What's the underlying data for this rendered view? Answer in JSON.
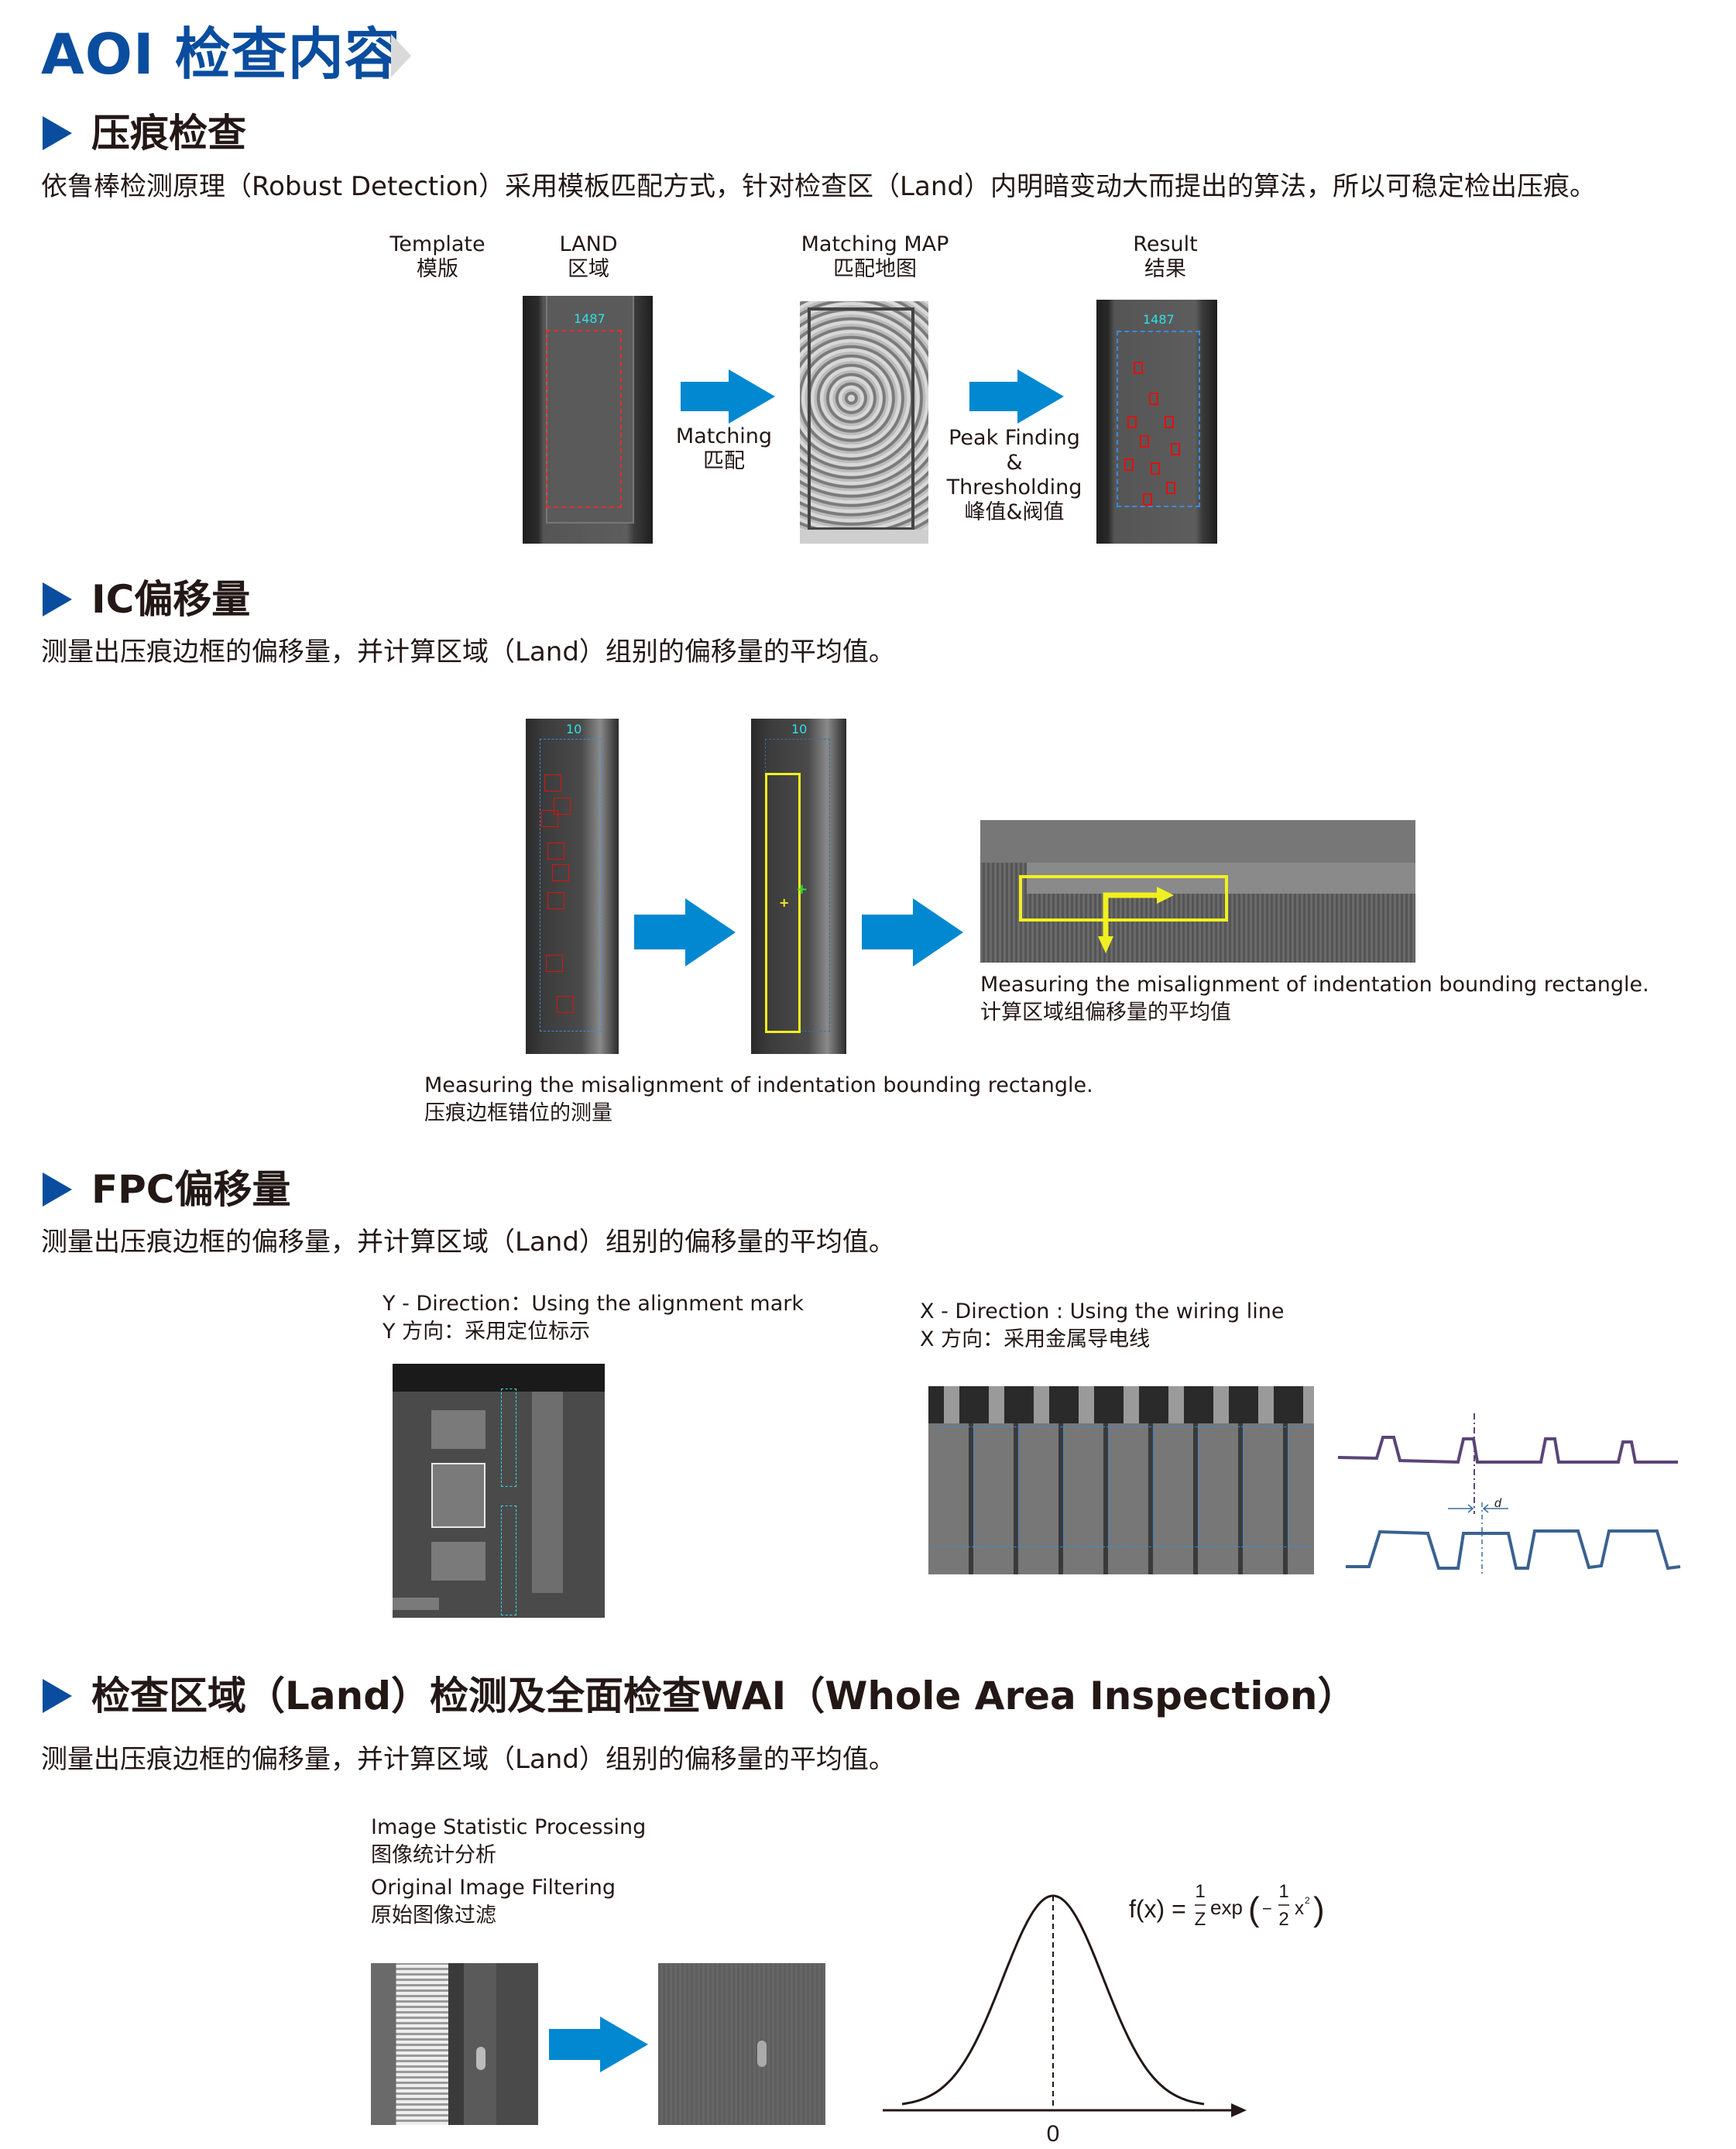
{
  "page": {
    "title": "AOI 检查内容",
    "accent_color": "#0a4d9e",
    "arrow_color": "#0288d1"
  },
  "sections": [
    {
      "heading": "压痕检查",
      "description": "依鲁棒检测原理（Robust Detection）采用模板匹配方式，针对检查区（Land）内明暗变动大而提出的算法，所以可稳定检出压痕。",
      "labels": {
        "template_en": "Template",
        "template_zh": "模版",
        "land_en": "LAND",
        "land_zh": "区域",
        "map_en": "Matching MAP",
        "map_zh": "匹配地图",
        "result_en": "Result",
        "result_zh": "结果",
        "matching_en": "Matching",
        "matching_zh": "匹配",
        "peak_en1": "Peak Finding",
        "peak_amp": "&",
        "peak_en2": "Thresholding",
        "peak_zh": "峰值&阀值",
        "land_id": "1487",
        "result_id": "1487"
      }
    },
    {
      "heading": "IC偏移量",
      "description": "测量出压痕边框的偏移量，并计算区域（Land）组别的偏移量的平均值。",
      "labels": {
        "land_id_1": "10",
        "land_id_2": "10",
        "caption_right_en": "Measuring the misalignment of indentation bounding rectangle.",
        "caption_right_zh": "计算区域组偏移量的平均值",
        "caption_left_en": "Measuring the misalignment of indentation bounding rectangle.",
        "caption_left_zh": "压痕边框错位的测量"
      }
    },
    {
      "heading": "FPC偏移量",
      "description": "测量出压痕边框的偏移量，并计算区域（Land）组别的偏移量的平均值。",
      "labels": {
        "y_dir_en": "Y - Direction：Using the alignment mark",
        "y_dir_zh": "Y 方向：采用定位标示",
        "x_dir_en": "X - Direction : Using the wiring line",
        "x_dir_zh": "X 方向：采用金属导电线",
        "d_label": "d"
      }
    },
    {
      "heading": "检查区域（Land）检测及全面检查WAI（Whole Area Inspection）",
      "description": "测量出压痕边框的偏移量，并计算区域（Land）组别的偏移量的平均值。",
      "labels": {
        "stat_en": "Image Statistic Processing",
        "stat_zh": "图像统计分析",
        "filter_en": "Original Image Filtering",
        "filter_zh": "原始图像过滤"
      }
    }
  ],
  "chart_data": {
    "type": "line",
    "title": "",
    "formula": "f(x) = 1/Z exp(−1/2 x²)",
    "formula_parts": {
      "lhs": "f(x) =",
      "num1": "1",
      "den1": "Z",
      "exp": "exp",
      "minus": "−",
      "num2": "1",
      "den2": "2",
      "var": "x",
      "pow": "2"
    },
    "series": [
      {
        "name": "gaussian",
        "function": "exp(-0.5*x^2)",
        "x_range": [
          -3,
          3
        ]
      }
    ],
    "x_tick_labels": [
      "0"
    ],
    "xlabel": "",
    "ylabel": "",
    "grid": false,
    "mean_marker": 0
  }
}
